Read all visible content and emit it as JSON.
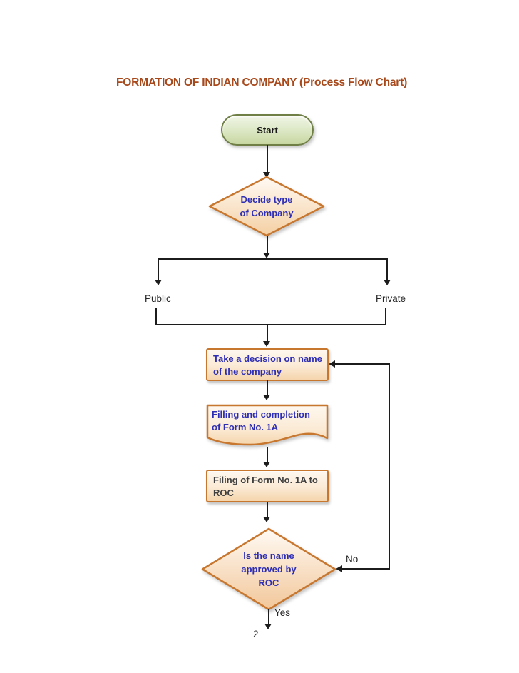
{
  "page": {
    "title": "FORMATION OF INDIAN COMPANY (Process Flow Chart)",
    "page_number": "2"
  },
  "flowchart": {
    "start": {
      "label": "Start"
    },
    "decide_type": {
      "line1": "Decide type",
      "line2": "of Company"
    },
    "public_label": "Public",
    "private_label": "Private",
    "take_decision": {
      "line1": "Take a decision on name",
      "line2": "of the company"
    },
    "filling_form": {
      "line1": "Filling and completion",
      "line2": "of Form No. 1A"
    },
    "filing_roc": {
      "line1": "Filing of Form No. 1A to",
      "line2": "ROC"
    },
    "name_approved": {
      "line1": "Is the name",
      "line2": "approved by",
      "line3": "ROC"
    },
    "no_label": "No",
    "yes_label": "Yes"
  },
  "colors": {
    "title_text": "#A8491C",
    "node_text_blue": "#2E2EB5",
    "node_text_dark": "#3F3F3F",
    "shape_border_orange": "#C8772F",
    "shape_fill_peach_top": "#FEF8EF",
    "shape_fill_peach_bottom": "#F5D5AC",
    "terminator_border_green": "#6F7F46",
    "terminator_fill_top": "#F1F5E6",
    "terminator_fill_bottom": "#C7D7A1",
    "connector_black": "#1C1C1C"
  }
}
